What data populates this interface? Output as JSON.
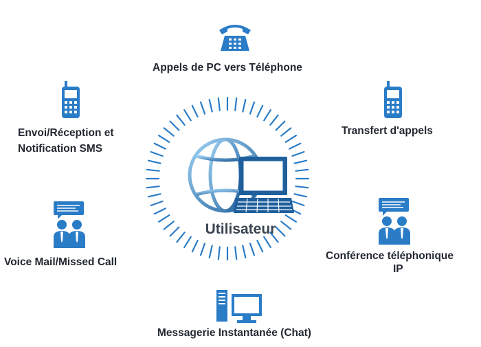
{
  "center": {
    "label": "Utilisateur"
  },
  "features": {
    "top": "Appels de PC vers Téléphone",
    "upper_left_line1": "Envoi/Réception et",
    "upper_left_line2": "Notification SMS",
    "upper_right": "Transfert d'appels",
    "lower_left": "Voice Mail/Missed Call",
    "lower_right_line1": "Conférence téléphonique",
    "lower_right_line2": "IP",
    "bottom": "Messagerie Instantanée (Chat)"
  },
  "colors": {
    "primary": "#2a7cc7",
    "dark": "#1f5f9c",
    "light": "#9fd1f2",
    "text": "#222831"
  },
  "icons": [
    "desk-phone-icon",
    "mobile-phone-icon",
    "mobile-phone-icon",
    "meeting-people-icon",
    "meeting-people-icon",
    "desktop-computer-icon",
    "globe-icon",
    "laptop-icon"
  ]
}
